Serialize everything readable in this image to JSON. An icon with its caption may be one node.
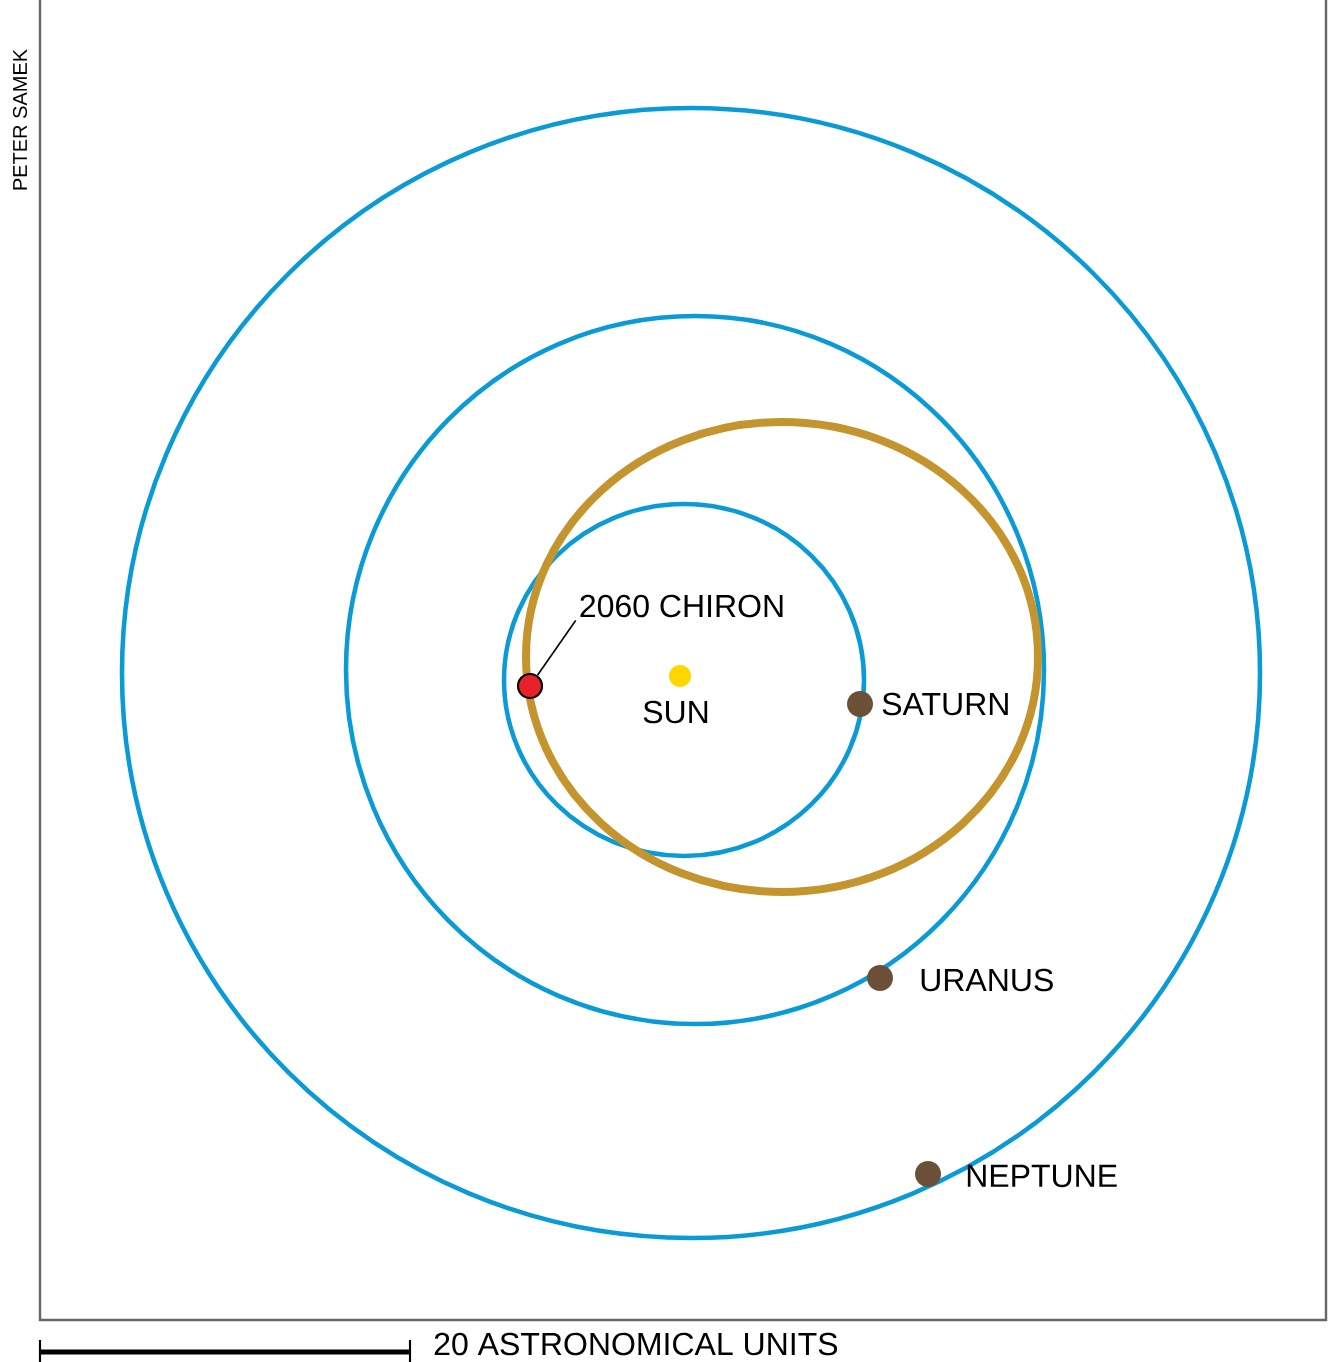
{
  "diagram": {
    "nodes": [
      {
        "text": [
          "2060 CHIRON"
        ]
      },
      {
        "text": [],
        "shape": "circle"
      }
    ],
    "edges": [
      {
        "from": 0,
        "to": 1,
        "arrow": "none"
      }
    ],
    "labels": [
      "PETER SAMEK",
      "SUN",
      "SATURN",
      "URANUS",
      "NEPTUNE",
      "20 ASTRONOMICAL UNITS"
    ]
  }
}
